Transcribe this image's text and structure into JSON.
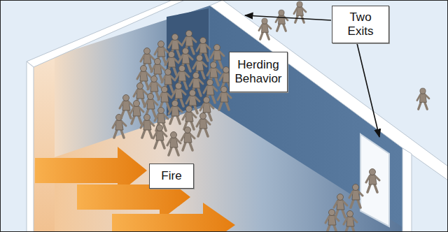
{
  "diagram": {
    "nodes": [
      {
        "text": [
          "Two Exits"
        ]
      },
      {
        "text": [
          "Herding Behavior"
        ]
      },
      {
        "text": [
          "Fire"
        ]
      }
    ]
  }
}
